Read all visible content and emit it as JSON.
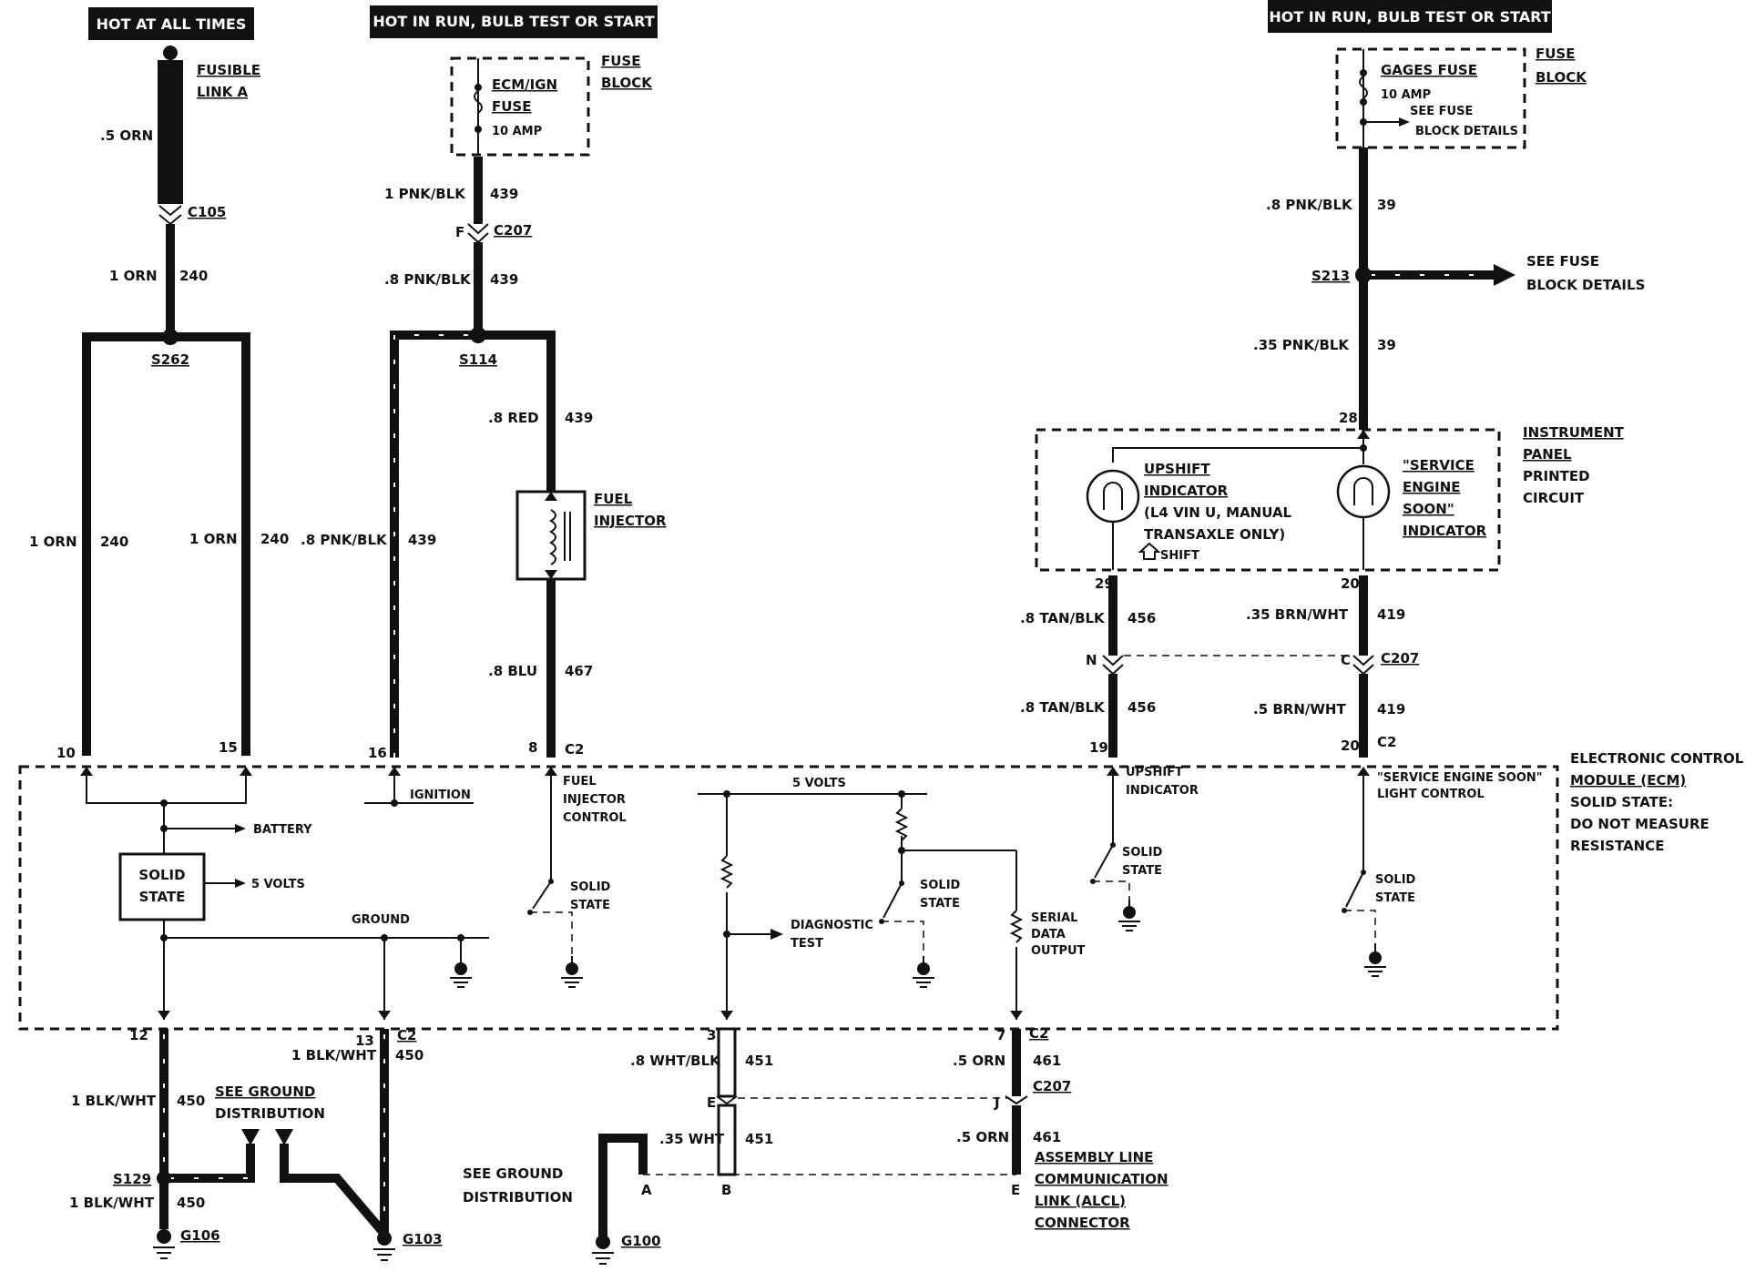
{
  "headers": {
    "hot_at_all_times": "HOT AT ALL TIMES",
    "hot_in_run_1": "HOT IN RUN, BULB TEST OR START",
    "hot_in_run_2": "HOT IN RUN, BULB TEST OR START"
  },
  "fusible_link": {
    "line1": "FUSIBLE",
    "line2": "LINK A",
    "wire": ".5 ORN"
  },
  "fuse_block_1": {
    "label1": "FUSE",
    "label2": "BLOCK",
    "fuse1": "ECM/IGN",
    "fuse2": "FUSE",
    "amp": "10 AMP"
  },
  "fuse_block_2": {
    "label1": "FUSE",
    "label2": "BLOCK",
    "fuse": "GAGES FUSE",
    "amp": "10 AMP",
    "see1": "SEE FUSE",
    "see2": "BLOCK DETAILS"
  },
  "connectors": {
    "c105": "C105",
    "c207a": "C207",
    "c207b": "C207",
    "c207c": "C207",
    "c2_a": "C2",
    "c2_b": "C2",
    "c2_c": "C2",
    "c2_d": "C2"
  },
  "splices": {
    "s262": "S262",
    "s114": "S114",
    "s213": "S213",
    "s129": "S129"
  },
  "grounds": {
    "g106": "G106",
    "g103": "G103",
    "g100": "G100"
  },
  "wires": {
    "w1": "1 ORN",
    "c1": "240",
    "w2": "1 ORN",
    "c2": "240",
    "w3": "1 ORN",
    "c3": "240",
    "w4": "1 PNK/BLK",
    "c4": "439",
    "w5": ".8 PNK/BLK",
    "c5": "439",
    "w6": ".8 PNK/BLK",
    "c6": "439",
    "w7": ".8 RED",
    "c7": "439",
    "w8": ".8 BLU",
    "c8": "467",
    "w9": ".8 PNK/BLK",
    "c9": "39",
    "w10": ".35 PNK/BLK",
    "c10": "39",
    "w11": ".8 TAN/BLK",
    "c11": "456",
    "w12": ".8 TAN/BLK",
    "c12": "456",
    "w13": ".35 BRN/WHT",
    "c13": "419",
    "w14": ".5 BRN/WHT",
    "c14": "419",
    "w15": "1 BLK/WHT",
    "c15": "450",
    "w16": "1 BLK/WHT",
    "c16": "450",
    "w17": "1 BLK/WHT",
    "c17": "450",
    "w18": ".8 WHT/BLK",
    "c18": "451",
    "w19": ".35 WHT",
    "c19": "451",
    "w20": ".5 ORN",
    "c20": "461",
    "w21": ".5 ORN",
    "c21": "461"
  },
  "pins": {
    "p10": "10",
    "p15": "15",
    "p16": "16",
    "p8": "8",
    "p19": "19",
    "p20": "20",
    "p28": "28",
    "p29": "29",
    "p20b": "20",
    "p12": "12",
    "p13": "13",
    "p3": "3",
    "p7": "7",
    "pF": "F",
    "pN": "N",
    "pC": "C",
    "pE": "E",
    "pJ": "J",
    "pA": "A",
    "pB": "B",
    "pE2": "E"
  },
  "fuel_injector": {
    "line1": "FUEL",
    "line2": "INJECTOR"
  },
  "see_fuse_details": {
    "line1": "SEE FUSE",
    "line2": "BLOCK DETAILS"
  },
  "instrument_panel": {
    "l1": "INSTRUMENT",
    "l2": "PANEL",
    "l3": "PRINTED",
    "l4": "CIRCUIT"
  },
  "upshift": {
    "l1": "UPSHIFT",
    "l2": "INDICATOR",
    "l3": "(L4 VIN U, MANUAL",
    "l4": "TRANSAXLE ONLY)",
    "shift": "SHIFT"
  },
  "ses": {
    "l1": "\"SERVICE",
    "l2": "ENGINE",
    "l3": "SOON\"",
    "l4": "INDICATOR"
  },
  "ecm": {
    "l1": "ELECTRONIC CONTROL",
    "l2": "MODULE (ECM)",
    "l3": "SOLID STATE:",
    "l4": "DO NOT MEASURE",
    "l5": "RESISTANCE",
    "battery": "BATTERY",
    "solid1": "SOLID",
    "solid2": "STATE",
    "five_volts_a": "5 VOLTS",
    "ground": "GROUND",
    "ignition": "IGNITION",
    "fic1": "FUEL",
    "fic2": "INJECTOR",
    "fic3": "CONTROL",
    "ss_a1": "SOLID",
    "ss_a2": "STATE",
    "five_volts_b": "5 VOLTS",
    "diag1": "DIAGNOSTIC",
    "diag2": "TEST",
    "ss_b1": "SOLID",
    "ss_b2": "STATE",
    "serial1": "SERIAL",
    "serial2": "DATA",
    "serial3": "OUTPUT",
    "up1": "UPSHIFT",
    "up2": "INDICATOR",
    "ss_c1": "SOLID",
    "ss_c2": "STATE",
    "sesc1": "\"SERVICE ENGINE SOON\"",
    "sesc2": "LIGHT CONTROL",
    "ss_d1": "SOLID",
    "ss_d2": "STATE"
  },
  "see_ground_1": {
    "l1": "SEE GROUND",
    "l2": "DISTRIBUTION"
  },
  "see_ground_2": {
    "l1": "SEE GROUND",
    "l2": "DISTRIBUTION"
  },
  "alcl": {
    "l1": "ASSEMBLY LINE",
    "l2": "COMMUNICATION",
    "l3": "LINK (ALCL)",
    "l4": "CONNECTOR"
  }
}
